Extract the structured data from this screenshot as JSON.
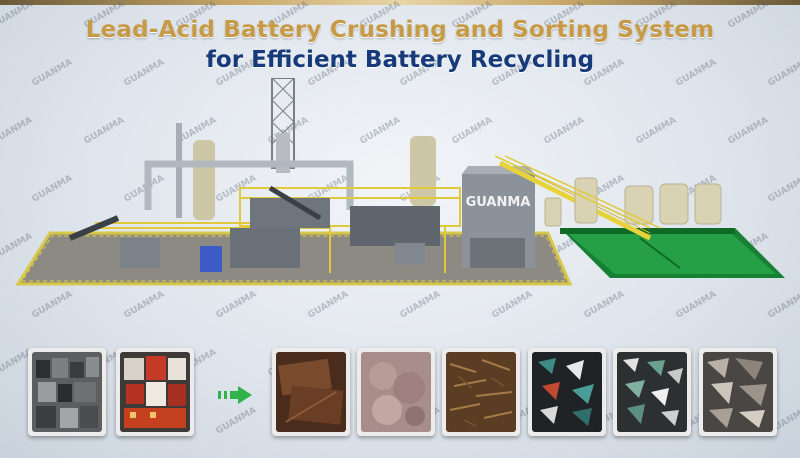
{
  "header": {
    "title_line1": "Lead-Acid Battery Crushing and Sorting System",
    "title_line2": "for Efficient Battery Recycling"
  },
  "machine": {
    "brand_label": "GUANMA"
  },
  "watermark": {
    "text": "GUANMA"
  },
  "thumbnails": {
    "inputs": [
      "waste-battery-pile",
      "scrap-battery-crates"
    ],
    "outputs": [
      "lead-grid",
      "lead-paste",
      "plastic-fibers",
      "abs-plastic-chips",
      "pp-plastic-chips",
      "metal-flakes"
    ]
  },
  "colors": {
    "title_gold": "#c79a45",
    "title_blue": "#173a7a",
    "conveyor_yellow": "#e8d23a",
    "tank_green": "#1d8a3a",
    "arrow_green": "#2fb34a"
  }
}
